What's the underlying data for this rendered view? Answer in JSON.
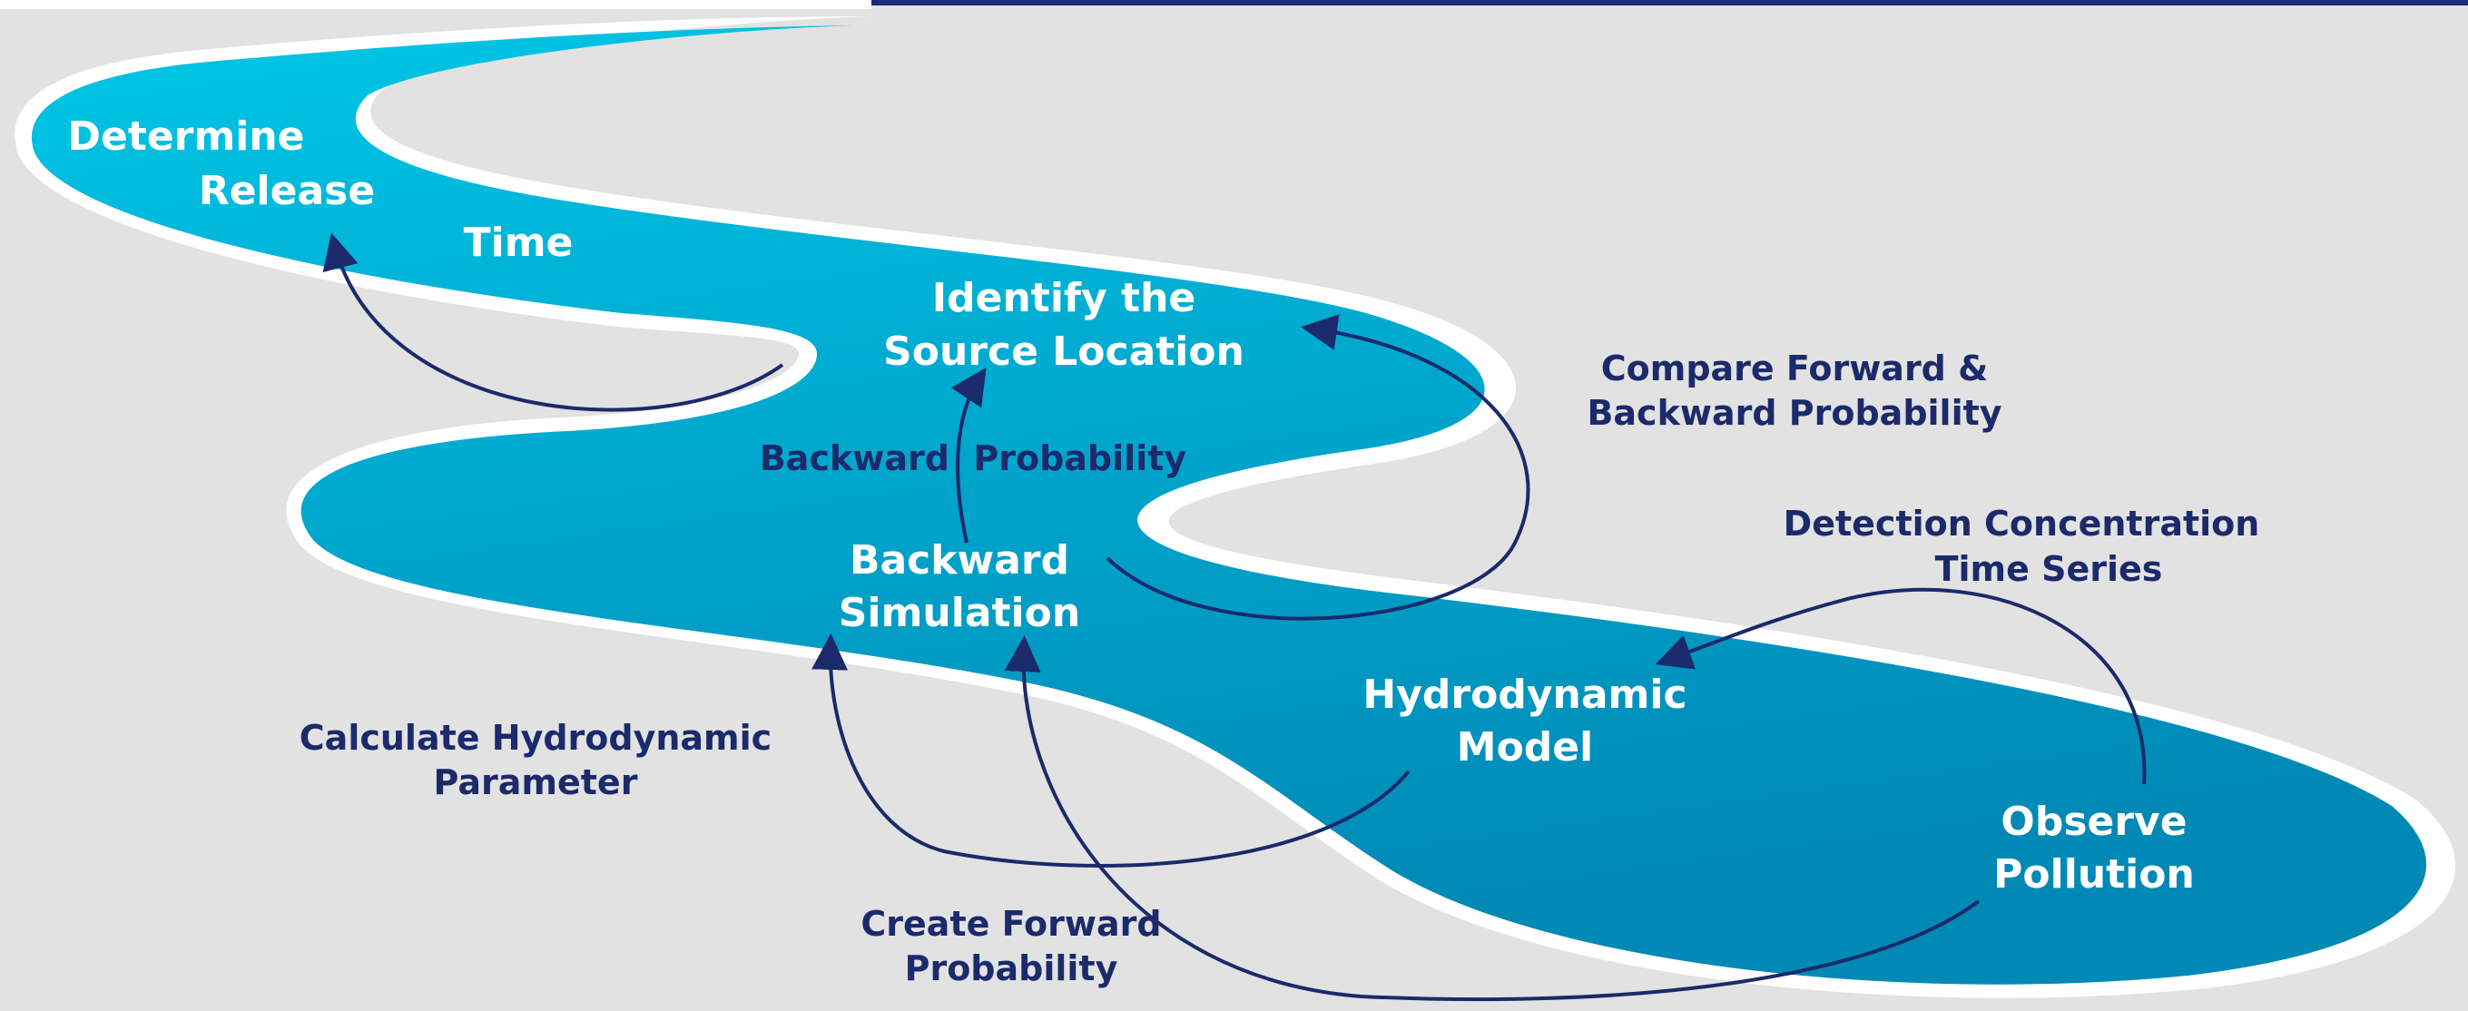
{
  "river": {
    "colors": {
      "background": "#e2e2e2",
      "bank": "#ffffff",
      "water_light": "#00c6e6",
      "water_dark": "#0089b5",
      "arrow": "#1b2a6b",
      "river_text": "#ffffff",
      "step_text": "#1b2a6b"
    }
  },
  "nodes": {
    "determine_release_time": [
      "Determine",
      "Release",
      "Time"
    ],
    "identify_source_location": [
      "Identify the",
      "Source Location"
    ],
    "backward_simulation": [
      "Backward",
      "Simulation"
    ],
    "hydrodynamic_model": [
      "Hydrodynamic",
      "Model"
    ],
    "observe_pollution": [
      "Observe",
      "Pollution"
    ]
  },
  "steps": {
    "compare_forward_backward": [
      "Compare Forward &",
      "Backward Probability"
    ],
    "backward_probability": [
      "Backward  Probability"
    ],
    "detection_concentration": [
      "Detection Concentration",
      "Time Series"
    ],
    "calculate_hydrodynamic": [
      "Calculate Hydrodynamic",
      "Parameter"
    ],
    "create_forward": [
      "Create Forward",
      "Probability"
    ]
  }
}
